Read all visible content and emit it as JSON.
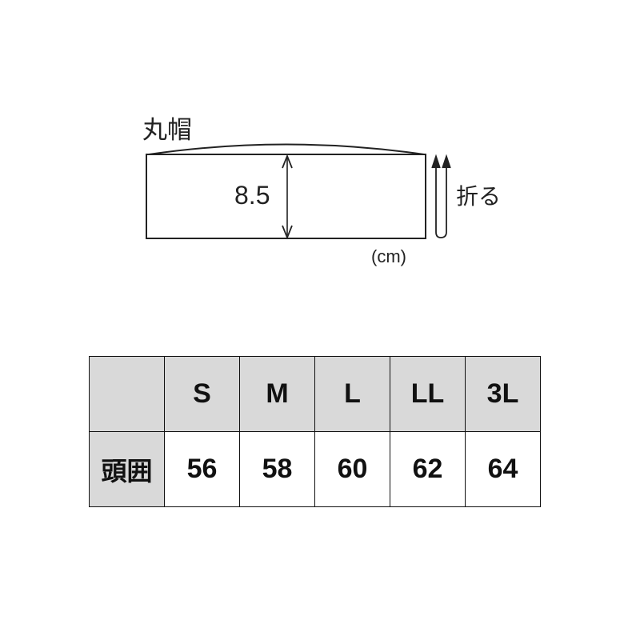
{
  "diagram": {
    "title": "丸帽",
    "height_dimension": "8.5",
    "fold_label": "折る",
    "unit": "(cm)"
  },
  "size_table": {
    "corner": "",
    "columns": [
      "S",
      "M",
      "L",
      "LL",
      "3L"
    ],
    "rows": [
      {
        "label": "頭囲",
        "values": [
          "56",
          "58",
          "60",
          "62",
          "64"
        ]
      }
    ],
    "header_bg": "#d9d9d9",
    "border_color": "#111111"
  }
}
